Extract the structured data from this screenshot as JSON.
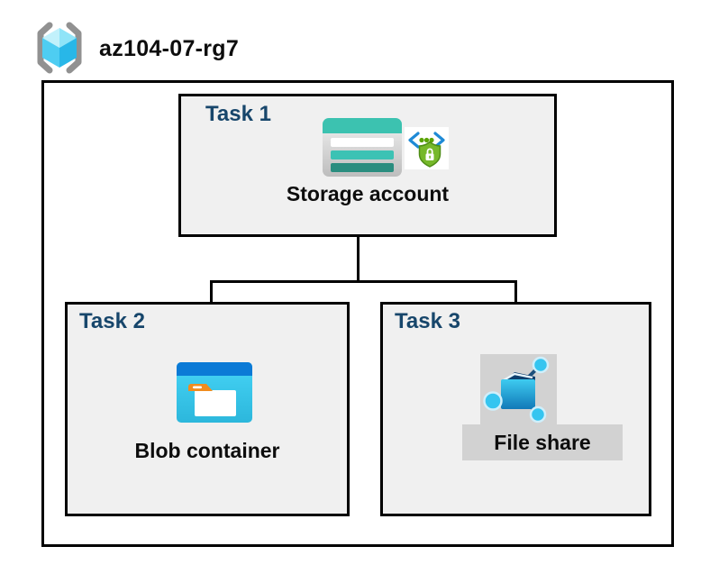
{
  "header": {
    "resource_group_name": "az104-07-rg7",
    "icon": "azure-resource-group-icon"
  },
  "tasks": {
    "task1": {
      "label": "Task 1",
      "caption": "Storage account",
      "icons": [
        "storage-account-icon",
        "code-shield-lock-icon"
      ]
    },
    "task2": {
      "label": "Task 2",
      "caption": "Blob container",
      "icons": [
        "blob-container-icon"
      ]
    },
    "task3": {
      "label": "Task 3",
      "caption": "File share",
      "icons": [
        "file-share-icon"
      ]
    }
  },
  "connections": [
    {
      "from": "Storage account",
      "to": "Blob container"
    },
    {
      "from": "Storage account",
      "to": "File share"
    }
  ],
  "colors": {
    "task_label_navy": "#17466b",
    "box_background": "#f0f0f0",
    "panel_gray": "#d2d2d2",
    "border_black": "#000000",
    "storage_teal": "#3cc2b0",
    "storage_teal_dark": "#2a8d7f",
    "blob_header_blue": "#0b7ad6",
    "blob_body_cyan": "#3bcdf0",
    "fileshare_node_cyan": "#35c5f0",
    "fileshare_folder_blue": "#1583c0",
    "shield_green": "#76b82a",
    "bracket_blue": "#1e8ad6",
    "rg_cube_light": "#b8eefb",
    "rg_cube_dark": "#28b7e8",
    "rg_bracket_gray": "#919191"
  }
}
